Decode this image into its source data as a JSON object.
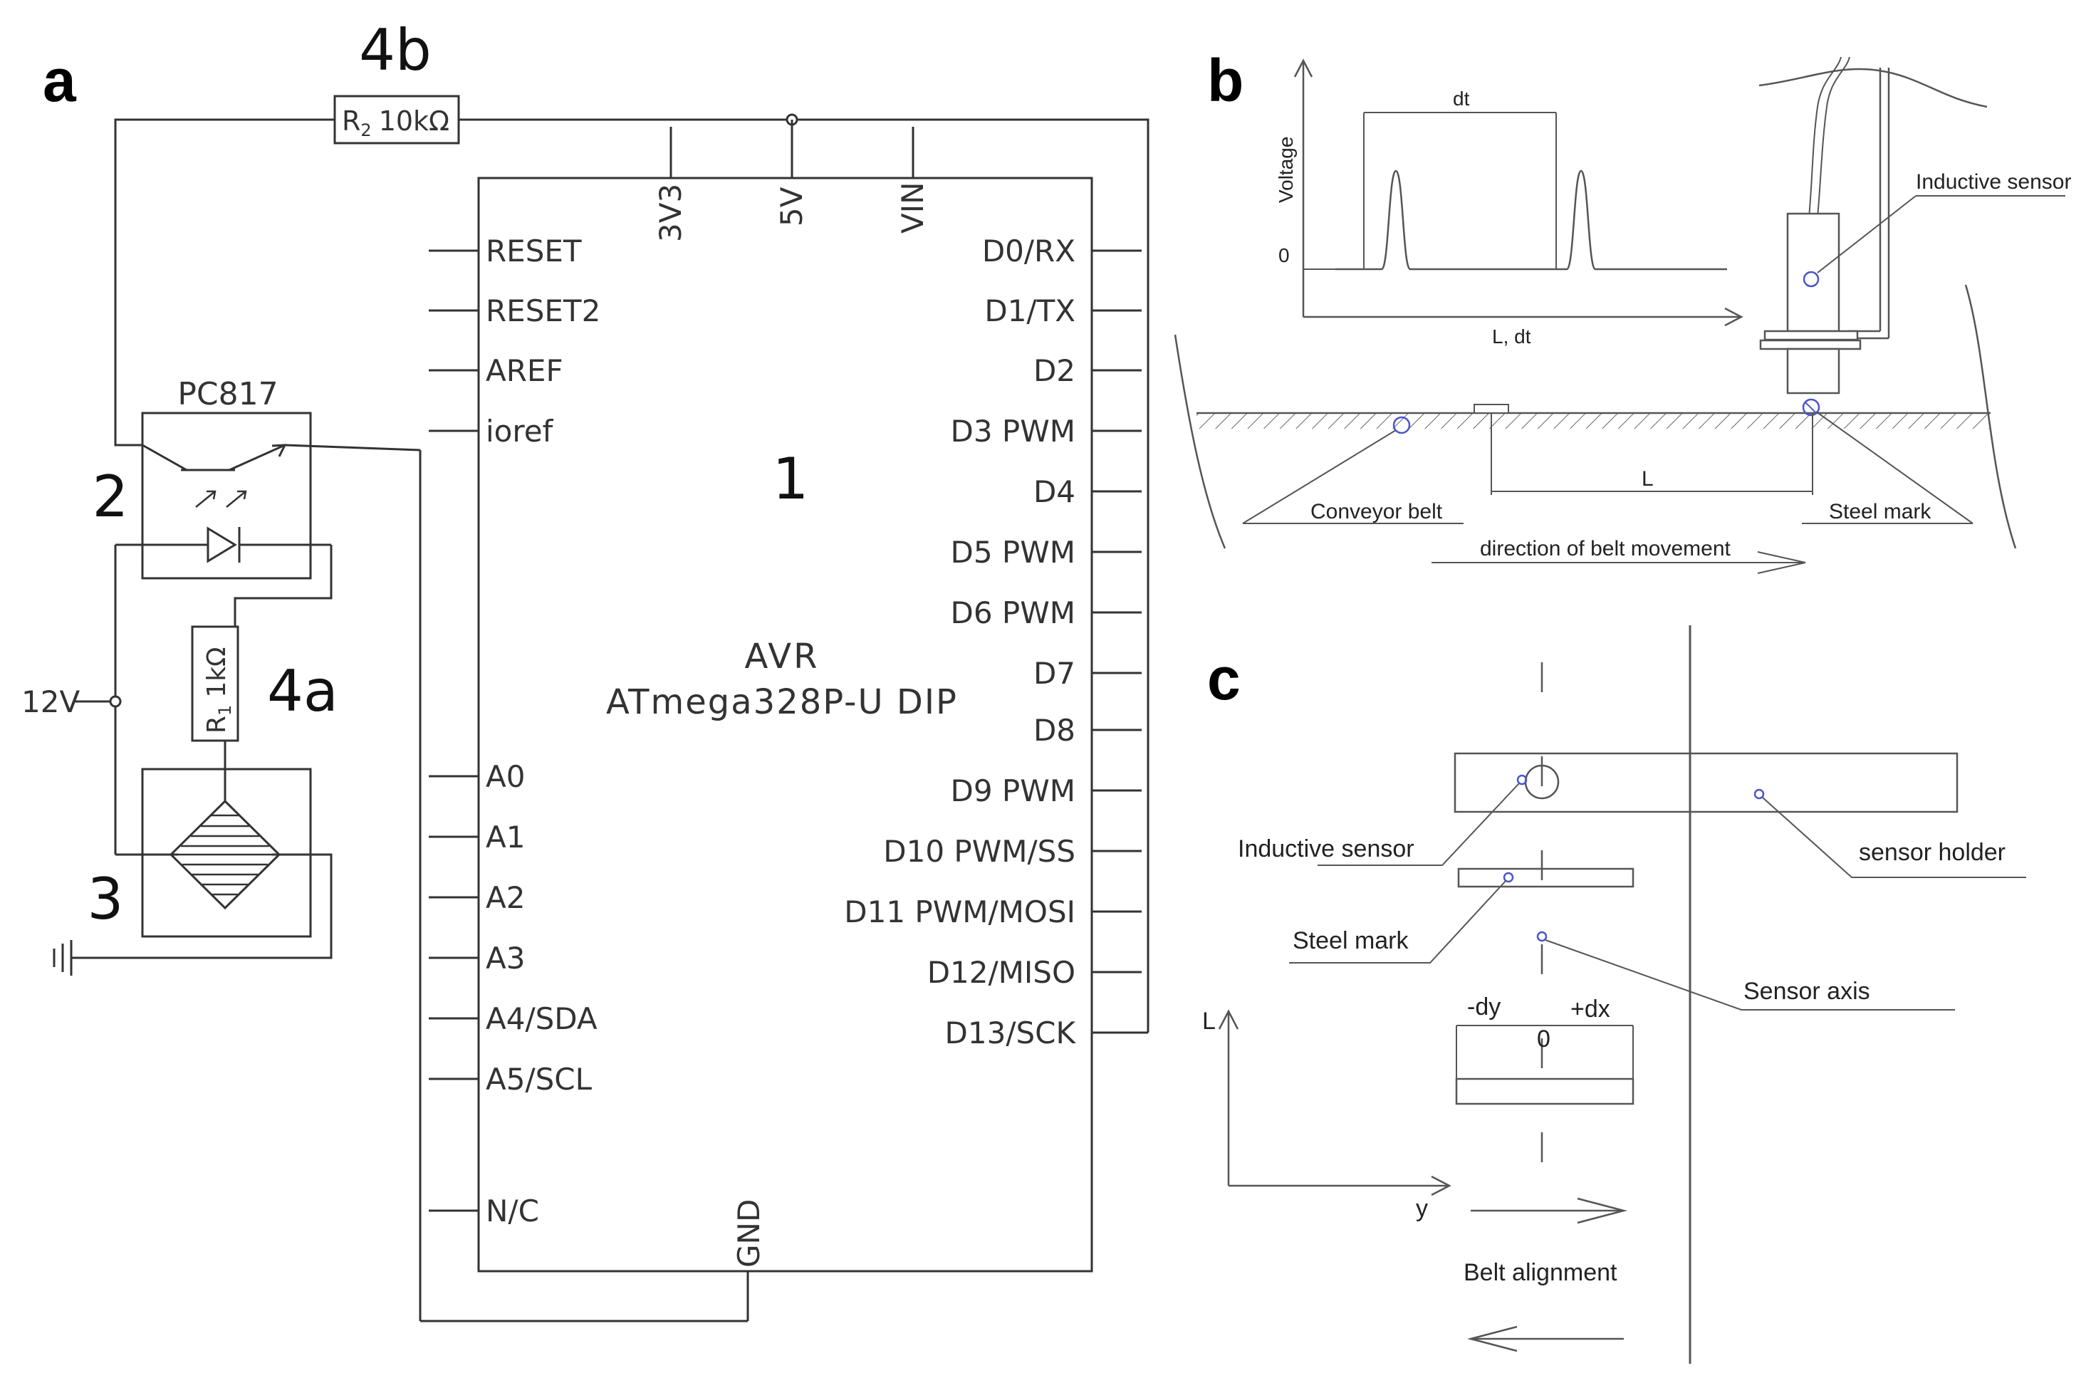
{
  "panel_a": {
    "letter": "a",
    "mcu": {
      "number": "1",
      "name": "AVR",
      "model": "ATmega328P-U DIP",
      "top_pins": [
        "3V3",
        "5V",
        "VIN"
      ],
      "bottom_pin": "GND",
      "left_pins": [
        "RESET",
        "RESET2",
        "AREF",
        "ioref",
        "A0",
        "A1",
        "A2",
        "A3",
        "A4/SDA",
        "A5/SCL",
        "N/C"
      ],
      "right_pins": [
        "D0/RX",
        "D1/TX",
        "D2",
        "D3 PWM",
        "D4",
        "D5 PWM",
        "D6 PWM",
        "D7",
        "D8",
        "D9 PWM",
        "D10 PWM/SS",
        "D11 PWM/MOSI",
        "D12/MISO",
        "D13/SCK"
      ]
    },
    "r2": {
      "callout": "4b",
      "symbol": "R",
      "sub": "2",
      "value": "10kΩ"
    },
    "r1": {
      "callout": "4a",
      "symbol": "R",
      "sub": "1",
      "value": "1kΩ"
    },
    "optocoupler": {
      "callout": "2",
      "name": "PC817"
    },
    "sensor": {
      "callout": "3"
    },
    "supply": "12V"
  },
  "panel_b": {
    "letter": "b",
    "y_axis": "Voltage",
    "zero_label": "0",
    "x_axis": "L, dt",
    "interval_label": "dt",
    "sensor_label": "Inductive sensor",
    "belt_label": "Conveyor belt",
    "mark_label": "Steel mark",
    "distance_label": "L",
    "direction_label": "direction of belt movement"
  },
  "panel_c": {
    "letter": "c",
    "sensor_label": "Inductive sensor",
    "holder_label": "sensor holder",
    "mark_label": "Steel mark",
    "axis_label": "Sensor axis",
    "neg_label": "-dy",
    "pos_label": "+dx",
    "zero_label": "0",
    "y_axis_L": "L",
    "x_axis_y": "y",
    "alignment_label": "Belt alignment"
  }
}
